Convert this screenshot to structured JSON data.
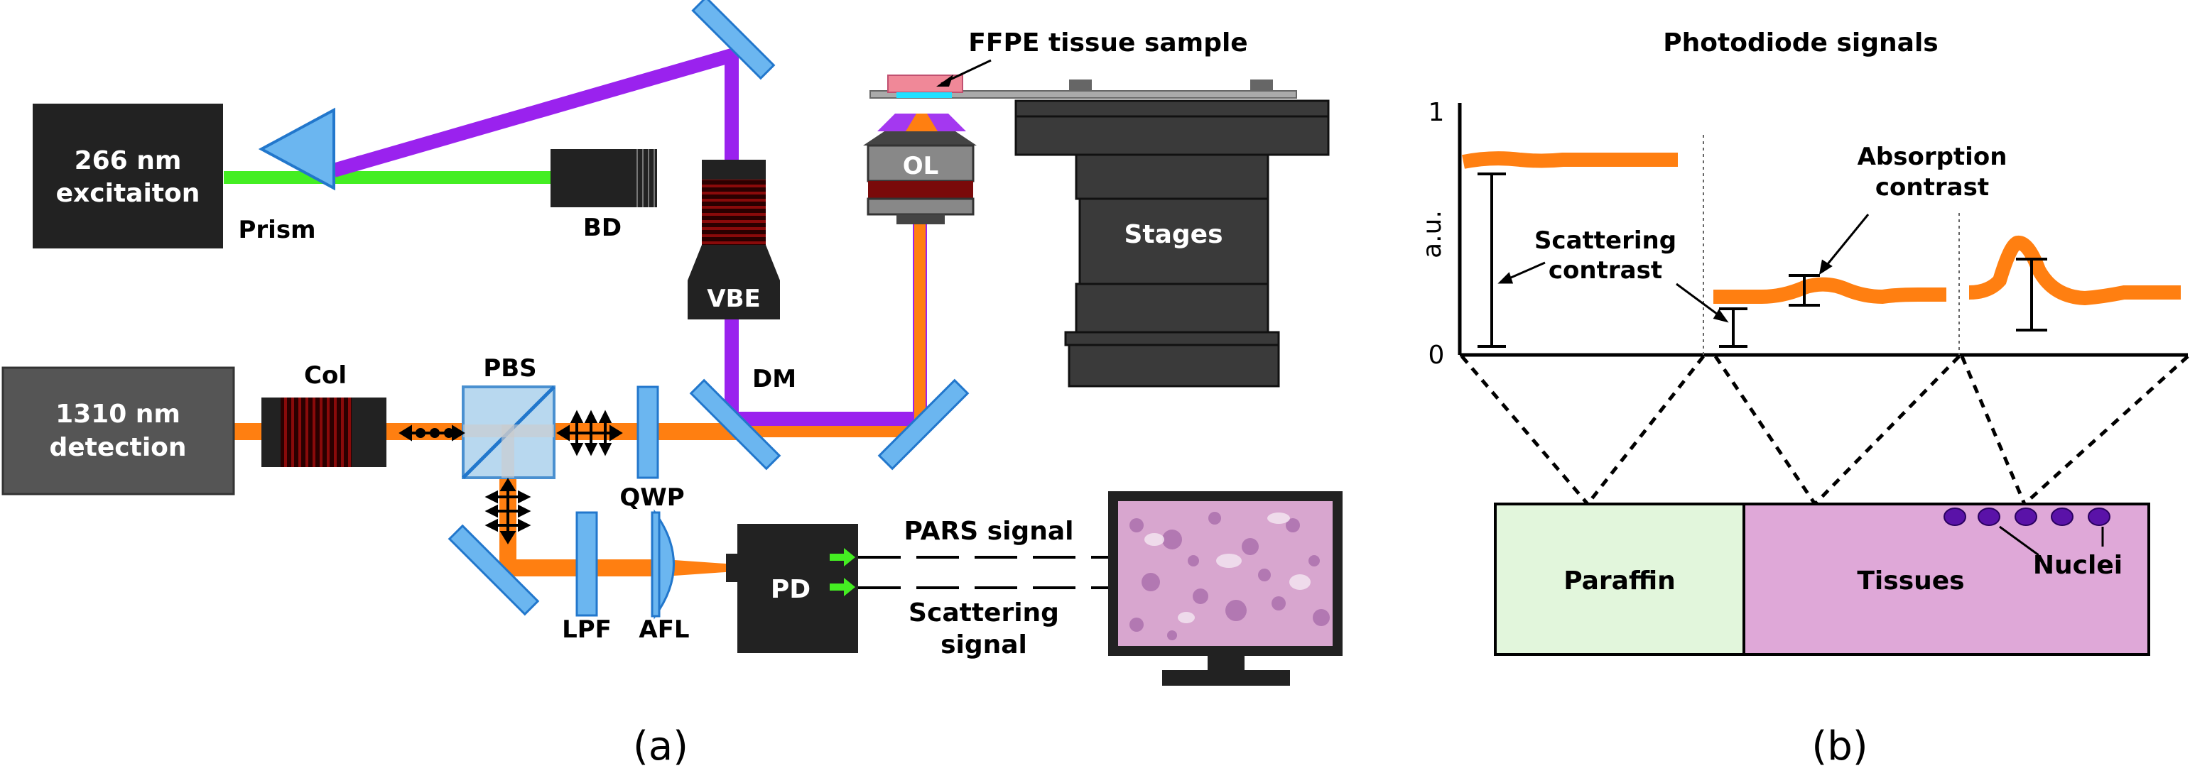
{
  "panel_a": {
    "caption": "(a)",
    "excitation_label_1": "266 nm",
    "excitation_label_2": "excitaiton",
    "detection_label_1": "1310 nm",
    "detection_label_2": "detection",
    "prism_label": "Prism",
    "bd_label": "BD",
    "vbe_label": "VBE",
    "dm_label": "DM",
    "ol_label": "OL",
    "stages_label": "Stages",
    "sample_label": "FFPE  tissue  sample",
    "col_label": "Col",
    "pbs_label": "PBS",
    "qwp_label": "QWP",
    "lpf_label": "LPF",
    "afl_label": "AFL",
    "pd_label": "PD",
    "pars_signal_label": "PARS  signal",
    "scattering_signal_label_1": "Scattering",
    "scattering_signal_label_2": "signal"
  },
  "panel_b": {
    "caption": "(b)",
    "title": "Photodiode signals",
    "ylabel": "a.u.",
    "ytick_top": "1",
    "ytick_bottom": "0",
    "scattering_label_1": "Scattering",
    "scattering_label_2": "contrast",
    "absorption_label_1": "Absorption",
    "absorption_label_2": "contrast",
    "paraffin_label": "Paraffin",
    "tissues_label": "Tissues",
    "nuclei_label": "Nuclei"
  },
  "colors": {
    "uv_beam": "#44ee22",
    "purple_beam": "#9a22ee",
    "orange_beam": "#ff7f11",
    "box_dark": "#222222",
    "box_gray": "#555555",
    "optic_blue": "#6bb6f0",
    "paraffin_fill": "#e2f6dc",
    "tissue_fill": "#dfa8d8",
    "nuclei": "#5a12a8"
  }
}
